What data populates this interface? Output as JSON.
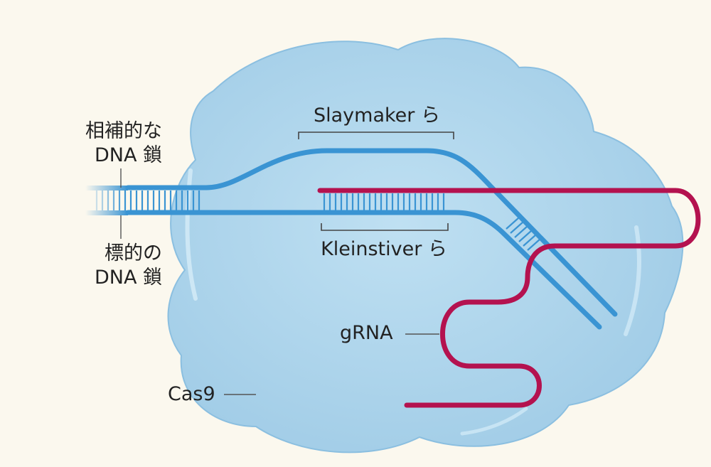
{
  "labels": {
    "complementary_line1": "相補的な",
    "complementary_line2": "DNA 鎖",
    "target_line1": "標的の",
    "target_line2": "DNA 鎖",
    "slaymaker": "Slaymaker ら",
    "kleinstiver": "Kleinstiver ら",
    "grna": "gRNA",
    "cas9": "Cas9"
  },
  "colors": {
    "background": "#fbf8ee",
    "cas9_fill": "#a8d3ec",
    "cas9_edge": "#7fb6da",
    "dna_strand": "#3a94d3",
    "grna_strand": "#b4124f",
    "leader_line": "#555555"
  }
}
